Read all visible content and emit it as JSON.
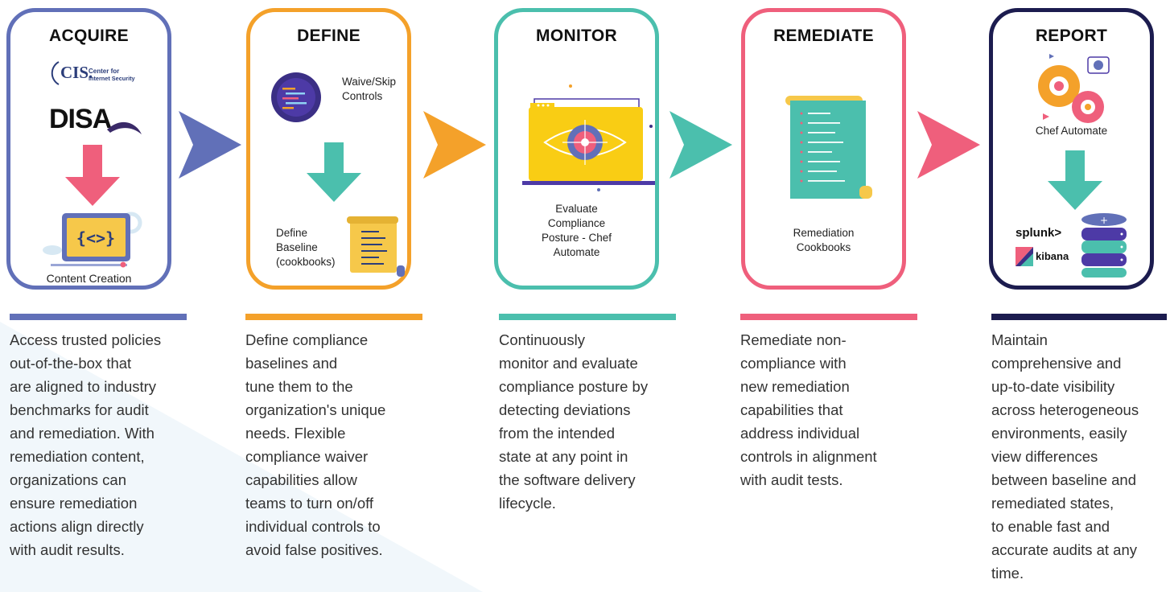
{
  "colors": {
    "acquire": "#6170b8",
    "define": "#f4a12a",
    "monitor": "#4bbfad",
    "remediate": "#ef5f7c",
    "report": "#1c1c4f"
  },
  "stages": {
    "acquire": {
      "title": "ACQUIRE",
      "cis_logo": "CIS.",
      "cis_text": "Center for\nInternet Security",
      "disa_logo": "DISA",
      "caption": "Content Creation",
      "description": "Access trusted policies\nout-of-the-box that\nare aligned to industry\nbenchmarks for audit\nand remediation. With\nremediation content,\norganizations can\nensure remediation\nactions align directly\nwith audit results."
    },
    "define": {
      "title": "DEFINE",
      "waive_label": "Waive/Skip\nControls",
      "baseline_label": "Define\nBaseline\n(cookbooks)",
      "description": "Define compliance\nbaselines and\ntune them to the\norganization's unique\nneeds. Flexible\ncompliance waiver\ncapabilities allow\nteams to turn on/off\nindividual controls to\navoid false positives."
    },
    "monitor": {
      "title": "MONITOR",
      "caption": "Evaluate\nCompliance\nPosture - Chef\nAutomate",
      "description": "Continuously\nmonitor and evaluate\ncompliance posture by\ndetecting deviations\nfrom the intended\nstate at any point in\nthe software delivery\nlifecycle."
    },
    "remediate": {
      "title": "REMEDIATE",
      "caption": "Remediation\nCookbooks",
      "description": "Remediate non-\ncompliance with\nnew remediation\ncapabilities that\naddress individual\ncontrols in alignment\nwith audit tests."
    },
    "report": {
      "title": "REPORT",
      "automate_label": "Chef Automate",
      "splunk_logo": "splunk>",
      "kibana_logo": "kibana",
      "description": "Maintain\ncomprehensive and\nup-to-date visibility\nacross heterogeneous\nenvironments, easily\nview differences\nbetween baseline and\nremediated states,\nto enable fast and\naccurate audits at any\ntime."
    }
  }
}
